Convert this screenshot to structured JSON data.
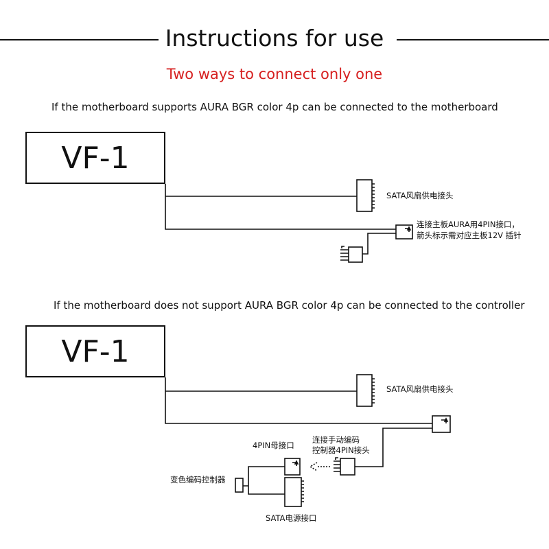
{
  "header": {
    "title": "Instructions for use",
    "subtitle": "Two ways to connect only one",
    "subtitle_color": "#d62020"
  },
  "section1": {
    "caption": "If the motherboard supports AURA BGR color 4p can be connected to the motherboard",
    "model": "VF-1",
    "sata_label": "SATA风扇供电接头",
    "aura_label_line1": "连接主板AURA用4PIN接口，",
    "aura_label_line2": "箭头标示需对应主板12V 插针"
  },
  "section2": {
    "caption": "If the motherboard does not support AURA BGR color 4p can be connected to the controller",
    "model": "VF-1",
    "sata_label": "SATA风扇供电接头",
    "manual_label_line1": "连接手动编码",
    "manual_label_line2": "控制器4PIN接头",
    "female_label": "4PIN母接口",
    "controller_label": "变色编码控制器",
    "sata_power_label": "SATA电源接口"
  }
}
